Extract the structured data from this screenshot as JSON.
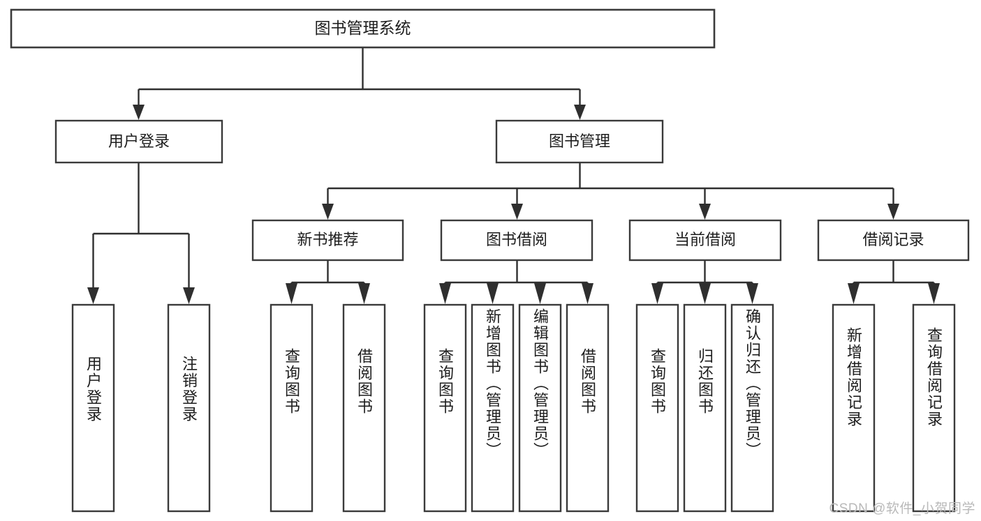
{
  "diagram": {
    "type": "hierarchy-tree",
    "title": "图书管理系统",
    "root": {
      "label": "图书管理系统"
    },
    "level2": [
      {
        "label": "用户登录"
      },
      {
        "label": "图书管理"
      }
    ],
    "level3": [
      {
        "label": "新书推荐"
      },
      {
        "label": "图书借阅"
      },
      {
        "label": "当前借阅"
      },
      {
        "label": "借阅记录"
      }
    ],
    "leaves": {
      "user_login": [
        {
          "label": "用户登录"
        },
        {
          "label": "注销登录"
        }
      ],
      "new_book_recommend": [
        {
          "label": "查询图书"
        },
        {
          "label": "借阅图书"
        }
      ],
      "book_borrow": [
        {
          "label": "查询图书"
        },
        {
          "label": "新增图书（管理员）"
        },
        {
          "label": "编辑图书（管理员）"
        },
        {
          "label": "借阅图书"
        }
      ],
      "current_borrow": [
        {
          "label": "查询图书"
        },
        {
          "label": "归还图书"
        },
        {
          "label": "确认归还（管理员）"
        }
      ],
      "borrow_records": [
        {
          "label": "新增借阅记录"
        },
        {
          "label": "查询借阅记录"
        }
      ]
    },
    "watermark": "CSDN @软件_小贺同学",
    "colors": {
      "box_stroke": "#3a3a3a",
      "connector": "#2f2f2f",
      "text": "#1d1d1d",
      "background": "#ffffff",
      "watermark": "#b9b9b9"
    }
  }
}
